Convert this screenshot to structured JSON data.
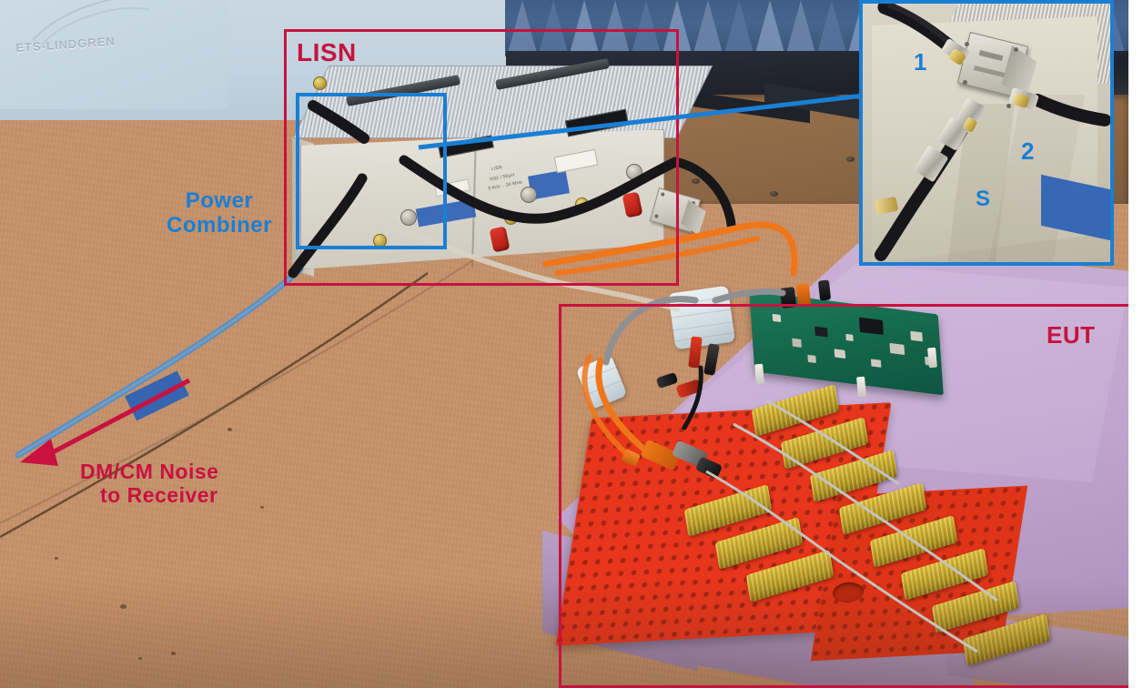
{
  "figure": {
    "domain": "photograph-annotated",
    "description": "Annotated laboratory photograph of a conducted EMI measurement setup on a copper ground plane"
  },
  "annotations": {
    "lisn_label": "LISN",
    "power_combiner_label": "Power\nCombiner",
    "power_combiner_line1": "Power",
    "power_combiner_line2": "Combiner",
    "noise_label_line1": "DM/CM Noise",
    "noise_label_line2": "to Receiver",
    "eut_label": "EUT"
  },
  "inset": {
    "port_1": "1",
    "port_2": "2",
    "port_sum": "S"
  },
  "background_text": {
    "chamber_panel": "ETS-LINDGREN"
  },
  "colors": {
    "annotation_red": "#c8123f",
    "annotation_blue": "#1a7fd4",
    "ground_plane": "#c4916a",
    "lisn_chassis": "#ddd9cd",
    "pcb_green": "#15684c",
    "resistor_gold": "#d4b42c",
    "mat_red": "#e8361c",
    "foam_lavender": "#c3aad2",
    "tape_blue": "#2f62b5"
  }
}
